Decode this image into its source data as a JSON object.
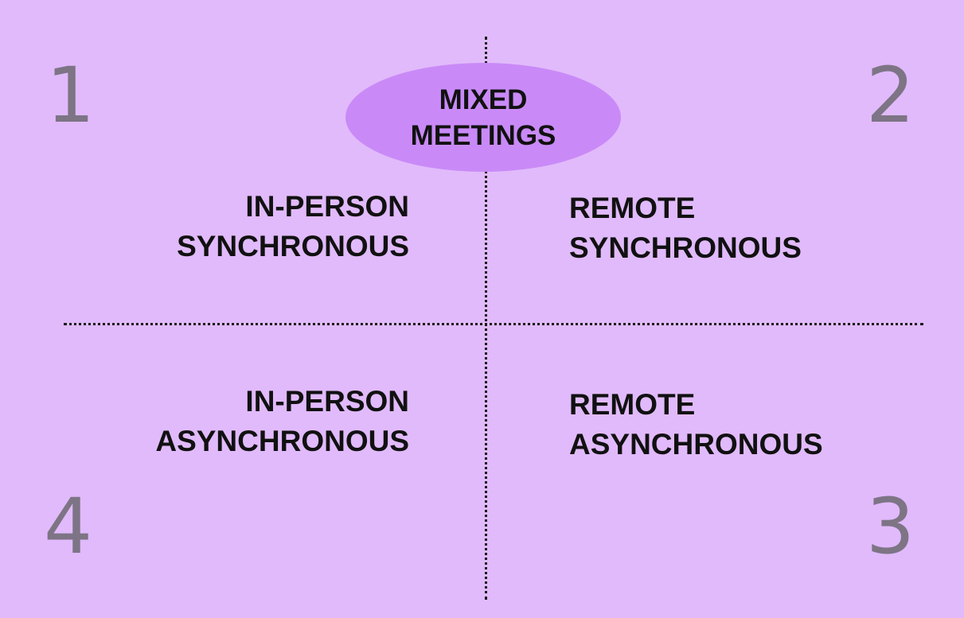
{
  "center": {
    "line1": "MIXED",
    "line2": "MEETINGS",
    "fill": "#c98af7"
  },
  "quadrants": {
    "top_left": {
      "number": "1",
      "line1": "IN-PERSON",
      "line2": "SYNCHRONOUS"
    },
    "top_right": {
      "number": "2",
      "line1": "REMOTE",
      "line2": "SYNCHRONOUS"
    },
    "bottom_right": {
      "number": "3",
      "line1": "REMOTE",
      "line2": "ASYNCHRONOUS"
    },
    "bottom_left": {
      "number": "4",
      "line1": "IN-PERSON",
      "line2": "ASYNCHRONOUS"
    }
  },
  "colors": {
    "background": "#e1bafb",
    "number": "#7d7485",
    "text": "#111111"
  }
}
